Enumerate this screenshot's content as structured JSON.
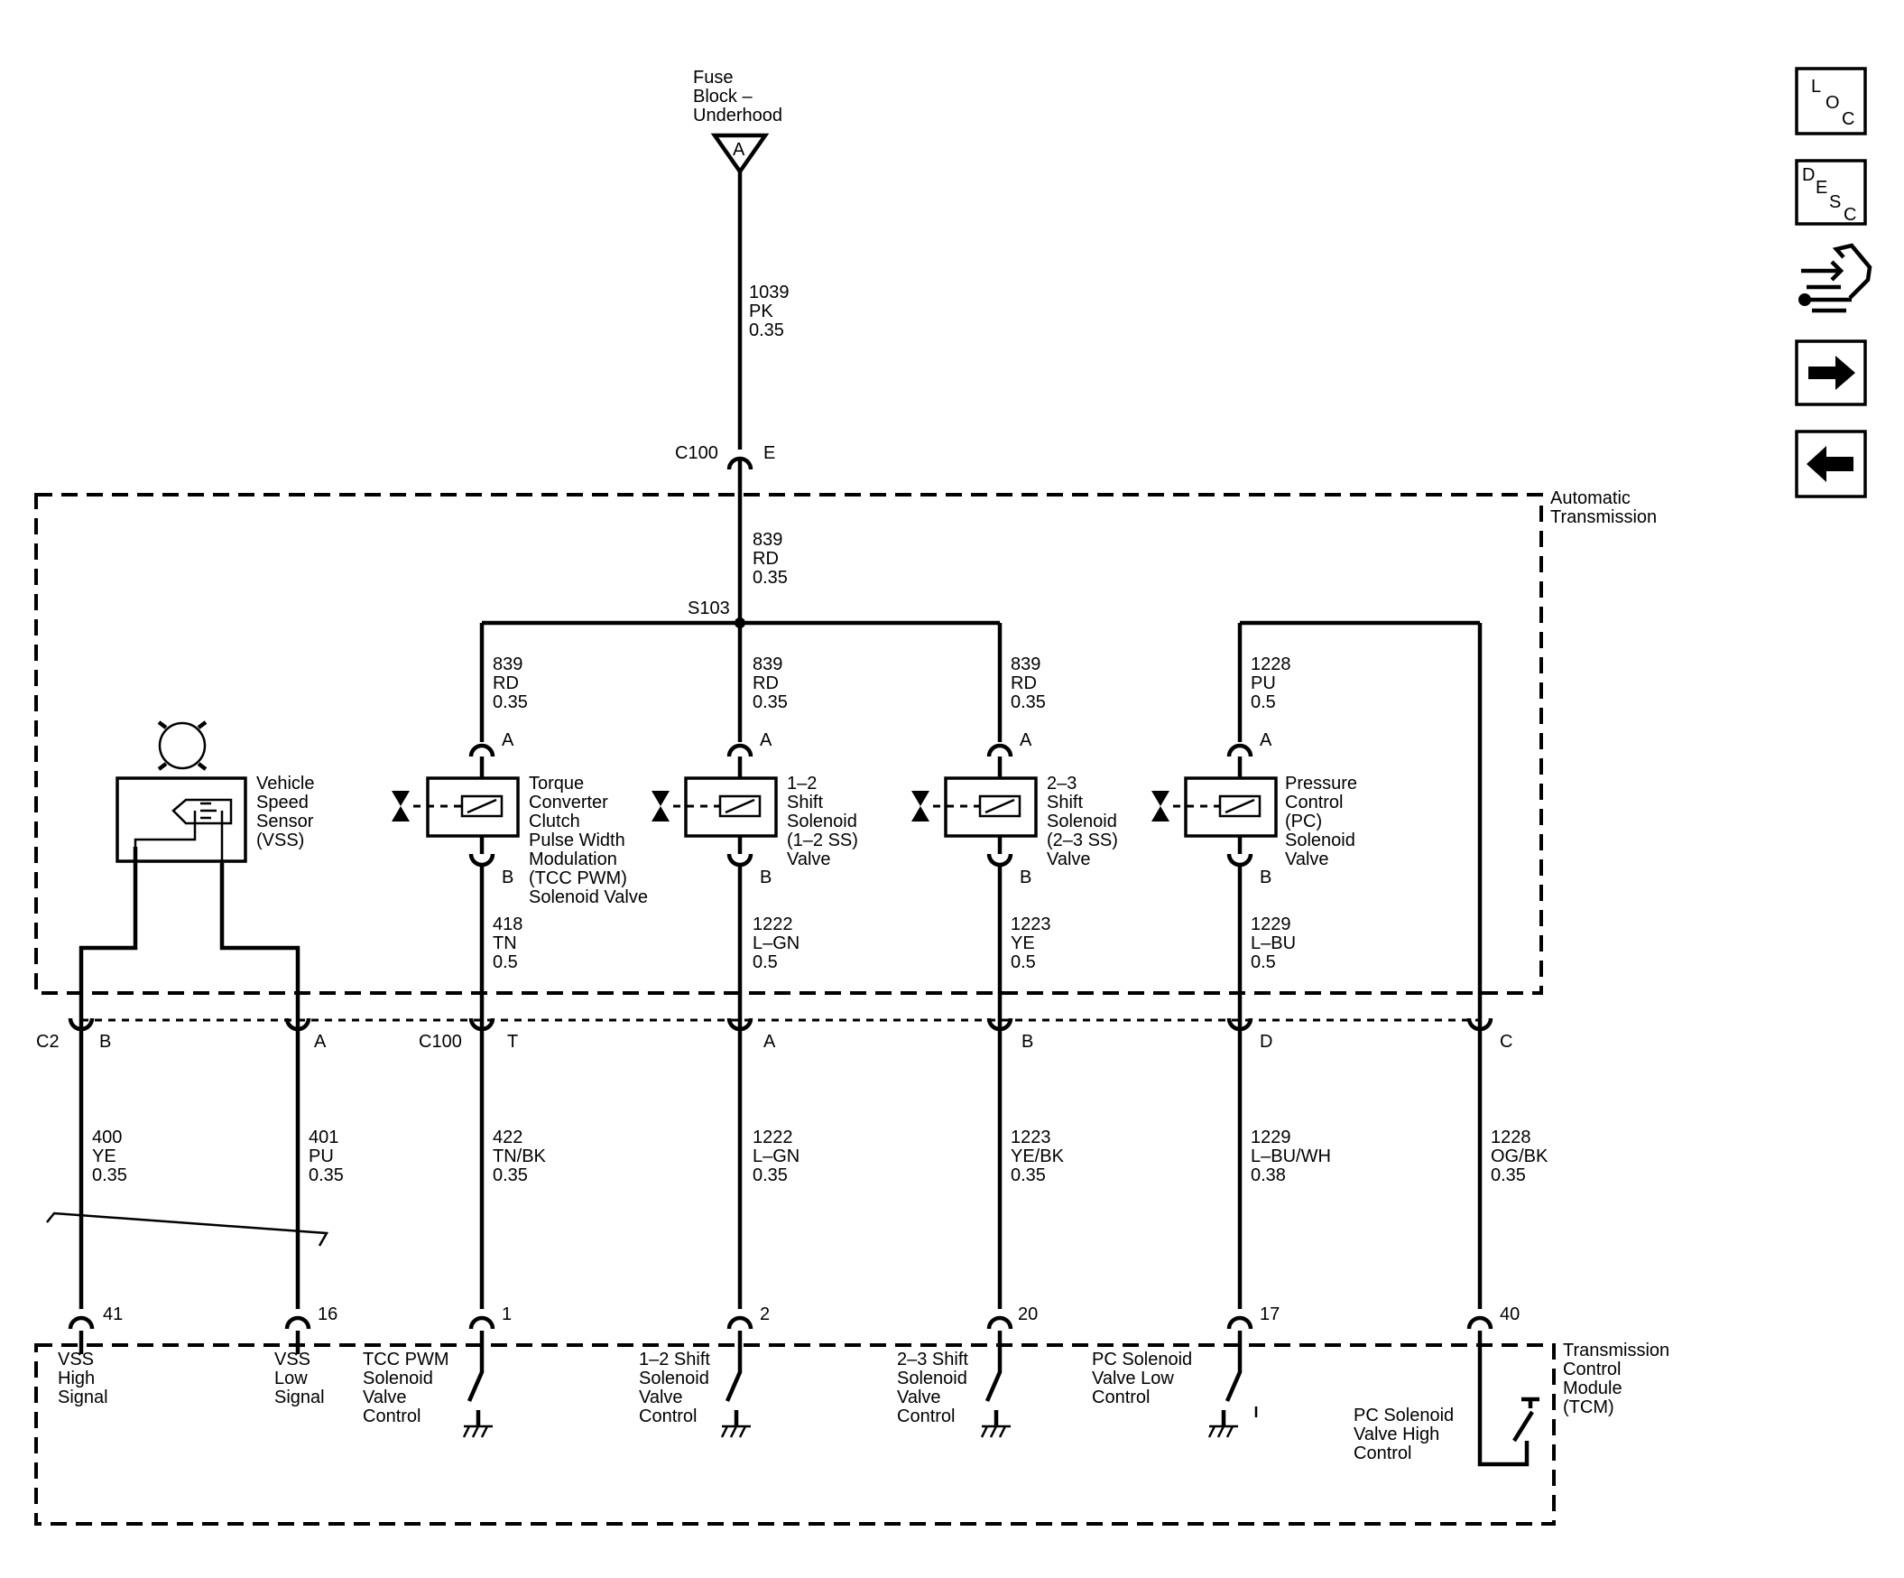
{
  "fuse": {
    "lines": [
      "Fuse",
      "Block –",
      "Underhood"
    ],
    "terminal": "A"
  },
  "feed_wire": {
    "lines": [
      "1039",
      "PK",
      "0.35"
    ]
  },
  "c100_top": {
    "connector": "C100",
    "pin": "E"
  },
  "module_label": {
    "lines": [
      "Automatic",
      "Transmission"
    ]
  },
  "rd_wire": {
    "lines": [
      "839",
      "RD",
      "0.35"
    ]
  },
  "splice": "S103",
  "solenoids": [
    {
      "wire_top": [
        "839",
        "RD",
        "0.35"
      ],
      "pin_top": "A",
      "pin_bottom": "B",
      "name": [
        "Torque",
        "Converter",
        "Clutch",
        "Pulse Width",
        "Modulation",
        "(TCC PWM)",
        "Solenoid Valve"
      ],
      "wire_bottom": [
        "418",
        "TN",
        "0.5"
      ]
    },
    {
      "wire_top": [
        "839",
        "RD",
        "0.35"
      ],
      "pin_top": "A",
      "pin_bottom": "B",
      "name": [
        "1–2",
        "Shift",
        "Solenoid",
        "(1–2 SS)",
        "Valve"
      ],
      "wire_bottom": [
        "1222",
        "L–GN",
        "0.5"
      ]
    },
    {
      "wire_top": [
        "839",
        "RD",
        "0.35"
      ],
      "pin_top": "A",
      "pin_bottom": "B",
      "name": [
        "2–3",
        "Shift",
        "Solenoid",
        "(2–3 SS)",
        "Valve"
      ],
      "wire_bottom": [
        "1223",
        "YE",
        "0.5"
      ]
    },
    {
      "wire_top": [
        "1228",
        "PU",
        "0.5"
      ],
      "pin_top": "A",
      "pin_bottom": "B",
      "name": [
        "Pressure",
        "Control",
        "(PC)",
        "Solenoid",
        "Valve"
      ],
      "wire_bottom": [
        "1229",
        "L–BU",
        "0.5"
      ]
    }
  ],
  "vss": {
    "name": [
      "Vehicle",
      "Speed",
      "Sensor",
      "(VSS)"
    ]
  },
  "c2": {
    "connector": "C2",
    "pins": [
      "B",
      "A"
    ]
  },
  "c100_bottom": {
    "connector": "C100",
    "pins": [
      "T",
      "A",
      "B",
      "D",
      "C"
    ]
  },
  "lower_wires": [
    [
      "400",
      "YE",
      "0.35"
    ],
    [
      "401",
      "PU",
      "0.35"
    ],
    [
      "422",
      "TN/BK",
      "0.35"
    ],
    [
      "1222",
      "L–GN",
      "0.35"
    ],
    [
      "1223",
      "YE/BK",
      "0.35"
    ],
    [
      "1229",
      "L–BU/WH",
      "0.38"
    ],
    [
      "1228",
      "OG/BK",
      "0.35"
    ]
  ],
  "tcm_pins": [
    "41",
    "16",
    "1",
    "2",
    "20",
    "17",
    "40"
  ],
  "tcm_circuits": [
    [
      "VSS",
      "High",
      "Signal"
    ],
    [
      "VSS",
      "Low",
      "Signal"
    ],
    [
      "TCC PWM",
      "Solenoid",
      "Valve",
      "Control"
    ],
    [
      "1–2 Shift",
      "Solenoid",
      "Valve",
      "Control"
    ],
    [
      "2–3 Shift",
      "Solenoid",
      "Valve",
      "Control"
    ],
    [
      "PC Solenoid",
      "Valve Low",
      "Control"
    ],
    [
      "PC Solenoid",
      "Valve High",
      "Control"
    ]
  ],
  "tcm_label": {
    "lines": [
      "Transmission",
      "Control",
      "Module",
      "(TCM)"
    ]
  },
  "nav": {
    "loc": [
      "L",
      "O",
      "C"
    ],
    "desc": [
      "D",
      "E",
      "S",
      "C"
    ],
    "icons": [
      "schematic-repair-icon",
      "arrow-right-icon",
      "arrow-left-icon"
    ]
  }
}
